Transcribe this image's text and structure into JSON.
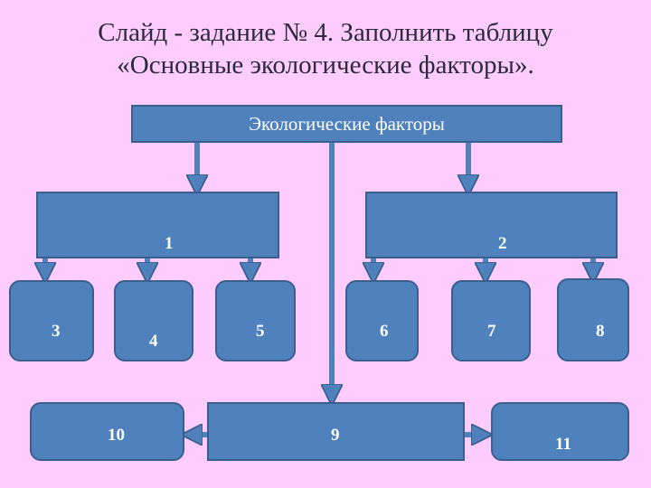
{
  "title": {
    "line1": "Слайд - задание № 4. Заполнить таблицу",
    "line2": "«Основные экологические факторы»."
  },
  "diagram": {
    "root": "Экологические факторы",
    "group1": "1",
    "group2": "2",
    "items": [
      "3",
      "4",
      "5",
      "6",
      "7",
      "8"
    ],
    "center": "9",
    "left": "10",
    "right": "11"
  },
  "colors": {
    "background": "#ffccff",
    "box_fill": "#4f81bd",
    "box_border": "#3a5f8f",
    "arrow": "#4f81bd"
  }
}
